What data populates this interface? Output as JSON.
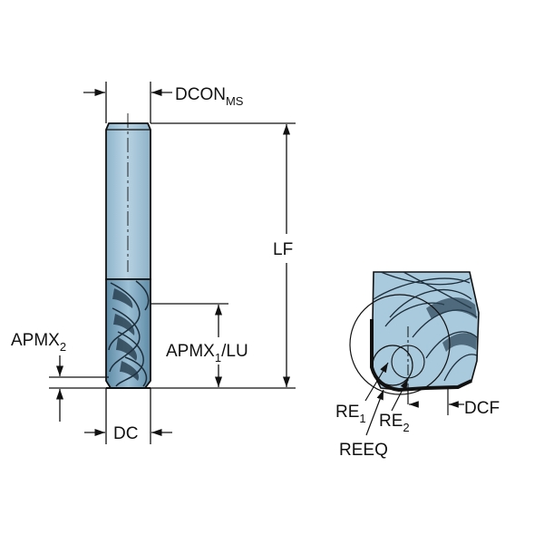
{
  "labels": {
    "dcon": {
      "main": "DCON",
      "sub": "MS"
    },
    "lf": "LF",
    "apmx2": {
      "main": "APMX",
      "sub": "2"
    },
    "apmx1": {
      "main": "APMX",
      "sub": "1",
      "suffix": "/LU"
    },
    "dc": "DC",
    "re1": {
      "main": "RE",
      "sub": "1"
    },
    "re2": {
      "main": "RE",
      "sub": "2"
    },
    "dcf": "DCF",
    "reeq": "REEQ"
  },
  "colors": {
    "tool_fill": "#a9c9dc",
    "tool_dark": "#5f8ba6",
    "outline": "#111111",
    "background": "#ffffff"
  }
}
